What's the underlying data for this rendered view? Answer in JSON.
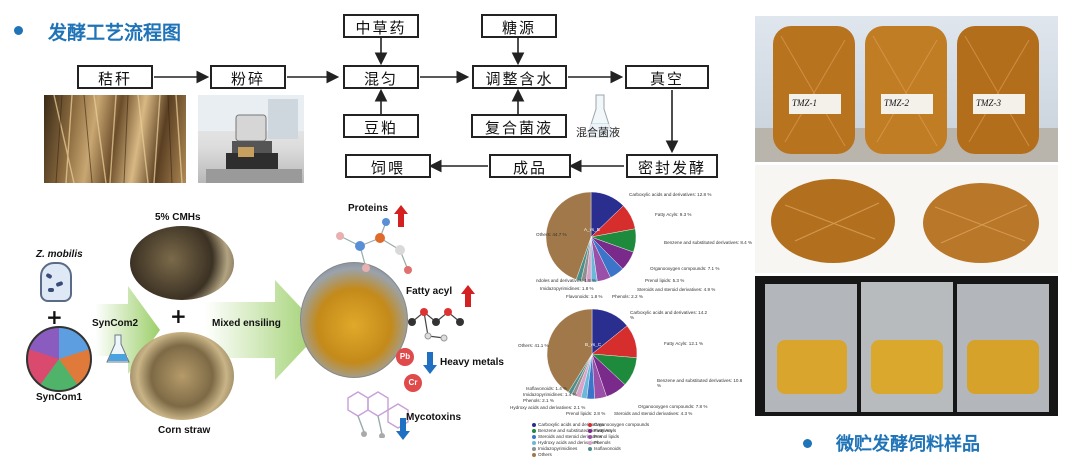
{
  "flow": {
    "title": "发酵工艺流程图",
    "nodes": {
      "jiegan": "秸秆",
      "fensui": "粉碎",
      "hunyun": "混匀",
      "tiaozheng": "调整含水",
      "zhenkong": "真空",
      "zhongcaoyao": "中草药",
      "tangyuan": "糖源",
      "doupo": "豆粕",
      "fuhejunye": "复合菌液",
      "mifeng": "密封发酵",
      "chengpin": "成品",
      "siwei": "饲喂"
    },
    "flask_label": "混合菌液"
  },
  "samples": {
    "title": "微贮发酵饲料样品",
    "jar_labels": [
      "TMZ-1",
      "TMZ-2",
      "TMZ-3"
    ]
  },
  "ensiling": {
    "z_mobilis": "Z. mobilis",
    "cmhs": "5% CMHs",
    "syncom2": "SynCom2",
    "syncom1": "SynCom1",
    "mixed": "Mixed ensiling",
    "corn": "Corn straw",
    "plus1": "+",
    "plus2": "+",
    "proteins": "Proteins",
    "fatty": "Fatty acyl",
    "heavy": "Heavy metals",
    "myco": "Mycotoxins",
    "pb": "Pb",
    "cr": "Cr"
  },
  "chart_data": [
    {
      "type": "pie",
      "title": "A_vs_B",
      "categories": [
        "Carboxylic acids and derivatives",
        "Fatty Acyls",
        "Benzene and substituted derivatives",
        "Organooxygen compounds",
        "Prenol lipids",
        "Steroids and steroid derivatives",
        "Phenols",
        "Flavonoids",
        "Imidazopyrimidines",
        "Indoles and derivatives",
        "Others"
      ],
      "values": [
        12.8,
        9.3,
        8.4,
        7.1,
        5.3,
        4.9,
        2.2,
        1.8,
        1.8,
        1.8,
        44.7
      ],
      "labels": [
        "Carboxylic acids and derivatives: 12.8 %",
        "Fatty Acyls: 9.3 %",
        "Benzene and substituted derivatives: 8.4 %",
        "Organooxygen compounds: 7.1 %",
        "Prenol lipids: 5.3 %",
        "Steroids and steroid derivatives: 4.9 %",
        "Phenols: 2.2 %",
        "Flavonoids: 1.8 %",
        "Imidazopyrimidines: 1.8 %",
        "ndoles and derivatives: 1.8 %",
        "Others: 44.7 %"
      ],
      "colors": [
        "#2a2f8f",
        "#d62d2d",
        "#1e8a3c",
        "#7a2a8a",
        "#3b74c9",
        "#9a4fa8",
        "#6bb8d8",
        "#d9a3c9",
        "#8f8f8f",
        "#4a8f8a",
        "#a0784a"
      ]
    },
    {
      "type": "pie",
      "title": "B_vs_C",
      "categories": [
        "Carboxylic acids and derivatives",
        "Fatty Acyls",
        "Benzene and substituted derivatives",
        "Organooxygen compounds",
        "Steroids and steroid derivatives",
        "Prenol lipids",
        "Hydroxy acids and derivatives",
        "Phenols",
        "Imidazopyrimidines",
        "Isoflavonoids",
        "Others"
      ],
      "values": [
        14.2,
        12.1,
        10.6,
        7.8,
        4.3,
        2.8,
        2.1,
        2.1,
        1.4,
        1.4,
        41.1
      ],
      "labels": [
        "Carboxylic acids and derivatives: 14.2 %",
        "Fatty Acyls: 12.1 %",
        "Benzene and substituted derivatives: 10.6 %",
        "Organooxygen compounds: 7.8 %",
        "Steroids and steroid derivatives: 4.3 %",
        "Prenol lipids: 2.8 %",
        "Hydroxy acids and derivatives: 2.1 %",
        "Phenols: 2.1 %",
        "Imidazopyrimidines: 1.4 %",
        "Isoflavonoids: 1.4 %",
        "Others: 41.1 %"
      ],
      "colors": [
        "#2a2f8f",
        "#d62d2d",
        "#1e8a3c",
        "#7a2a8a",
        "#9a4fa8",
        "#3b74c9",
        "#6bb8d8",
        "#d9a3c9",
        "#8f8f8f",
        "#4a8f8a",
        "#a0784a"
      ]
    }
  ],
  "legend": [
    "Carboxylic acids and derivatives",
    "Organooxygen compounds",
    "Benzene and substituted derivatives",
    "Fatty Acyls",
    "Steroids and steroid derivatives",
    "Prenol lipids",
    "Hydroxy acids and derivatives",
    "Phenols",
    "Imidazopyrimidines",
    "Isoflavonoids",
    "Others"
  ],
  "colors": {
    "accent": "#1f73b7",
    "up_arrow": "#d42020",
    "down_arrow": "#1f6fc2",
    "green_arrow": "#9ccf6a"
  }
}
